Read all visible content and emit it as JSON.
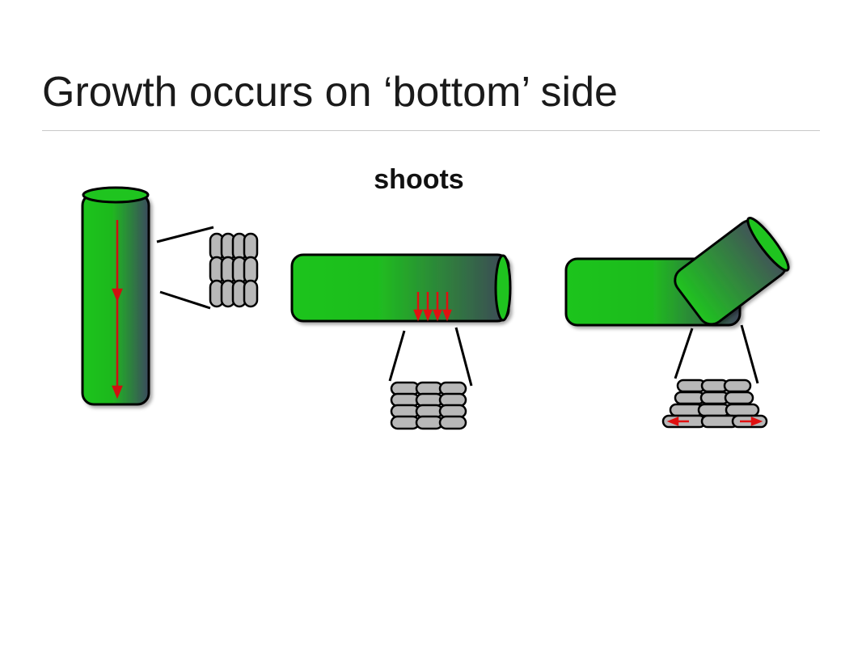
{
  "slide": {
    "title": "Growth occurs on ‘bottom’ side",
    "label": "shoots"
  },
  "colors": {
    "stem_green": "#1fc41f",
    "stem_shade": "#3b4a5e",
    "cell_fill": "#b8b8b8",
    "arrow_red": "#e01010",
    "outline": "#000000"
  },
  "panels": [
    {
      "name": "vertical-shoot",
      "description_hidden": true
    },
    {
      "name": "horizontal-shoot"
    },
    {
      "name": "bending-shoot"
    }
  ]
}
